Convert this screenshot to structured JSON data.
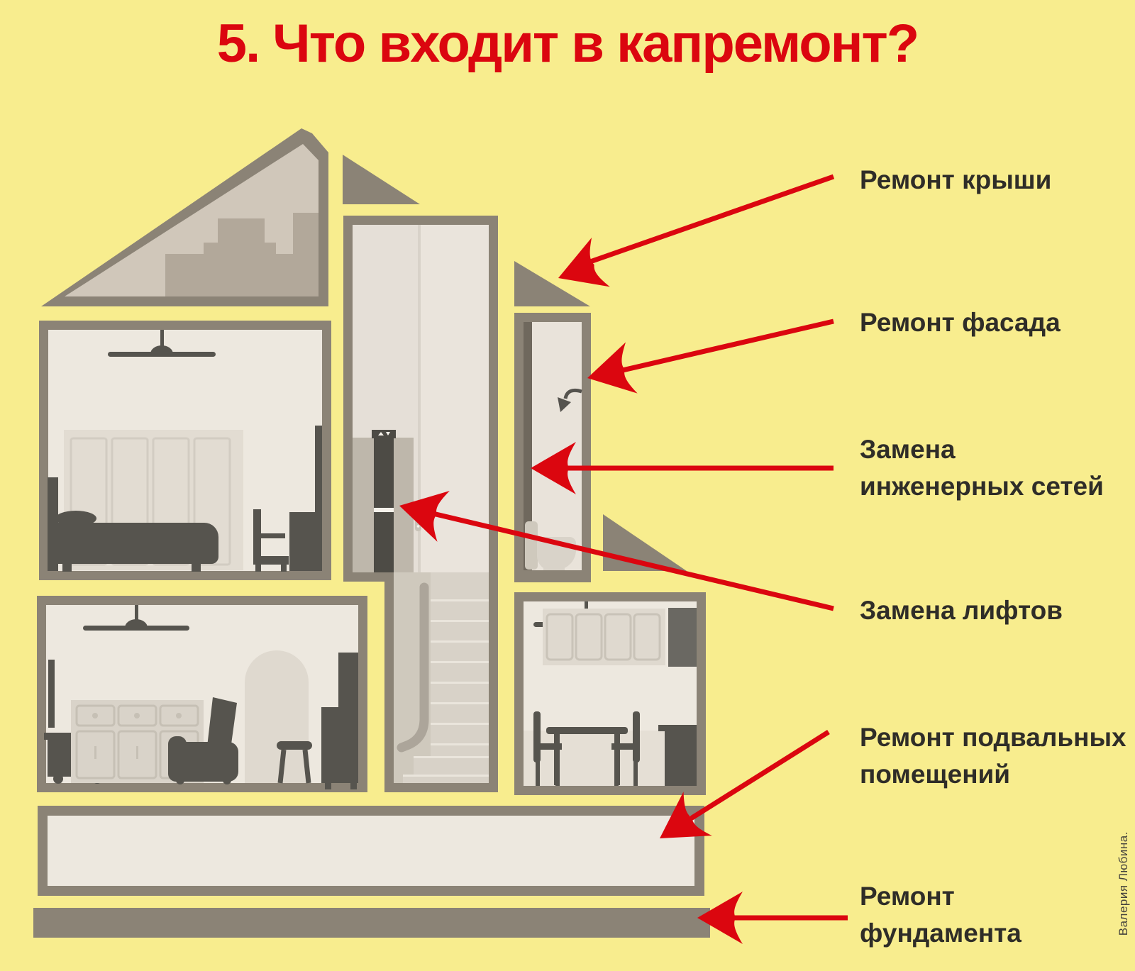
{
  "title": "5. Что входит в капремонт?",
  "credit": "Валерия Любина.",
  "labels": {
    "roof": "Ремонт крыши",
    "facade": "Ремонт фасада",
    "networks_line1": "Замена",
    "networks_line2": "инженерных сетей",
    "lifts": "Замена лифтов",
    "basement_line1": "Ремонт подвальных",
    "basement_line2": "помещений",
    "foundation_line1": "Ремонт",
    "foundation_line2": "фундамента"
  },
  "colors": {
    "bg": "#F8ED8E",
    "red": "#DB060F",
    "text": "#2F2D28",
    "wall": "#8B8376",
    "room": "#EDE8DF",
    "roof-fill": "#D0C7BA",
    "roof-steps": "#B2A89A",
    "dark": "#56544E",
    "furn-light": "#D9D3C9",
    "furn-outline": "#C6C0B5",
    "panel-light": "#E2DCD2",
    "shaft-left": "#E5DFD7",
    "shaft-right": "#EAE4DC",
    "hoistway": "#BEB7AB",
    "stair-bg": "#D8D2C8",
    "stair-wall": "#CFC9BD",
    "tread": "#EAE5DC",
    "handrail": "#ACA59A",
    "arch": "#DFD9CF",
    "white": "#F6F2EB"
  }
}
